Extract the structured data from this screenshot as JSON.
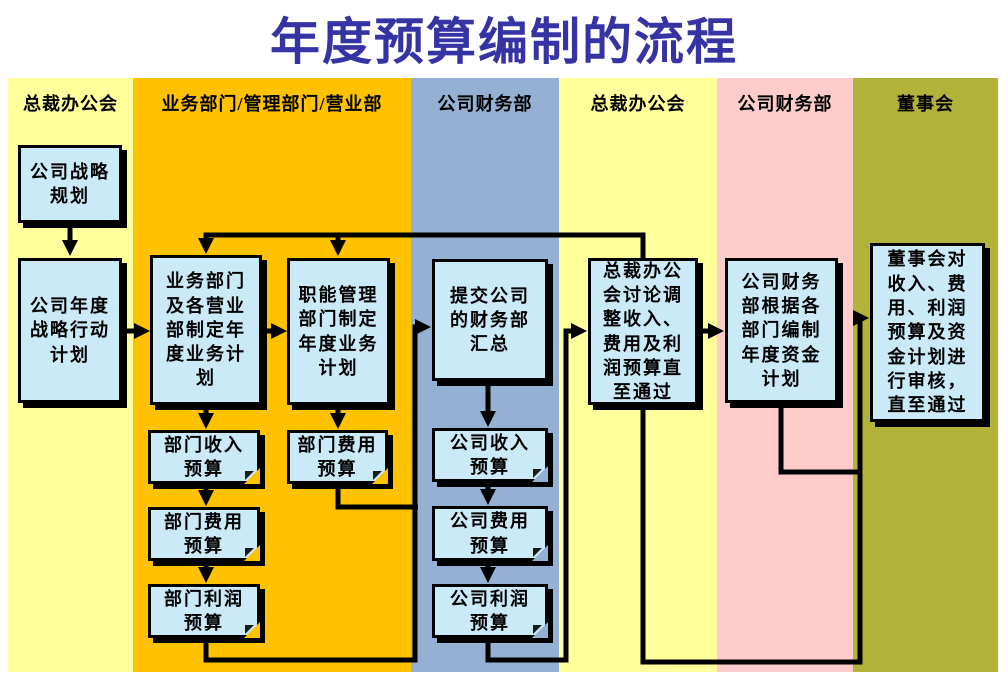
{
  "title": {
    "text": "年度预算编制的流程",
    "color": "#3633A4"
  },
  "lanes": [
    {
      "label": "总裁办公会",
      "color": "#FFFF9C"
    },
    {
      "label": "业务部门/管理部门/营业部",
      "color": "#FFC200"
    },
    {
      "label": "公司财务部",
      "color": "#94B0D2"
    },
    {
      "label": "总裁办公会",
      "color": "#FFFF9C"
    },
    {
      "label": "公司财务部",
      "color": "#FFCCCC"
    },
    {
      "label": "董事会",
      "color": "#B3B23A"
    }
  ],
  "node_style": {
    "fill": "#CBEAF8",
    "border": "#000000",
    "shadow": "#000000"
  },
  "nodes": {
    "strategy_plan": {
      "text": "公司战略\n规划"
    },
    "annual_action_plan": {
      "text": "公司年度\n战略行动\n计划"
    },
    "biz_dept_plan": {
      "text": "业务部门\n及各营业\n部制定年\n度业务计\n划"
    },
    "func_dept_plan": {
      "text": "职能管理\n部门制定\n年度业务\n计划"
    },
    "dept_revenue_budget": {
      "text": "部门收入\n预算"
    },
    "dept_expense_budget_a": {
      "text": "部门费用\n预算"
    },
    "dept_profit_budget": {
      "text": "部门利润\n预算"
    },
    "dept_expense_budget_b": {
      "text": "部门费用\n预算"
    },
    "submit_finance_summary": {
      "text": "提交公司\n的财务部\n汇总"
    },
    "company_revenue_budget": {
      "text": "公司收入\n预算"
    },
    "company_expense_budget": {
      "text": "公司费用\n预算"
    },
    "company_profit_budget": {
      "text": "公司利润\n预算"
    },
    "president_review": {
      "text": "总裁办公\n会讨论调\n整收入、\n费用及利\n润预算直\n至通过"
    },
    "capital_plan": {
      "text": "公司财务\n部根据各\n部门编制\n年度资金\n计划"
    },
    "board_review": {
      "text": "董事会对\n收入、费\n用、利润\n预算及资\n金计划进\n行审核，\n直至通过"
    }
  },
  "edges": [
    {
      "from": "strategy_plan",
      "to": "annual_action_plan"
    },
    {
      "from": "annual_action_plan",
      "to": "biz_dept_plan"
    },
    {
      "from": "biz_dept_plan",
      "to": "func_dept_plan"
    },
    {
      "from": "biz_dept_plan",
      "to": "dept_revenue_budget"
    },
    {
      "from": "dept_revenue_budget",
      "to": "dept_expense_budget_a"
    },
    {
      "from": "dept_expense_budget_a",
      "to": "dept_profit_budget"
    },
    {
      "from": "func_dept_plan",
      "to": "dept_expense_budget_b"
    },
    {
      "from": "dept_profit_budget",
      "to": "submit_finance_summary"
    },
    {
      "from": "dept_expense_budget_b",
      "to": "submit_finance_summary"
    },
    {
      "from": "submit_finance_summary",
      "to": "company_revenue_budget"
    },
    {
      "from": "company_revenue_budget",
      "to": "company_expense_budget"
    },
    {
      "from": "company_expense_budget",
      "to": "company_profit_budget"
    },
    {
      "from": "company_profit_budget",
      "to": "president_review"
    },
    {
      "from": "president_review",
      "to": "biz_dept_plan",
      "type": "feedback"
    },
    {
      "from": "president_review",
      "to": "func_dept_plan",
      "type": "feedback"
    },
    {
      "from": "president_review",
      "to": "capital_plan"
    },
    {
      "from": "president_review",
      "to": "board_review"
    },
    {
      "from": "capital_plan",
      "to": "board_review"
    }
  ]
}
